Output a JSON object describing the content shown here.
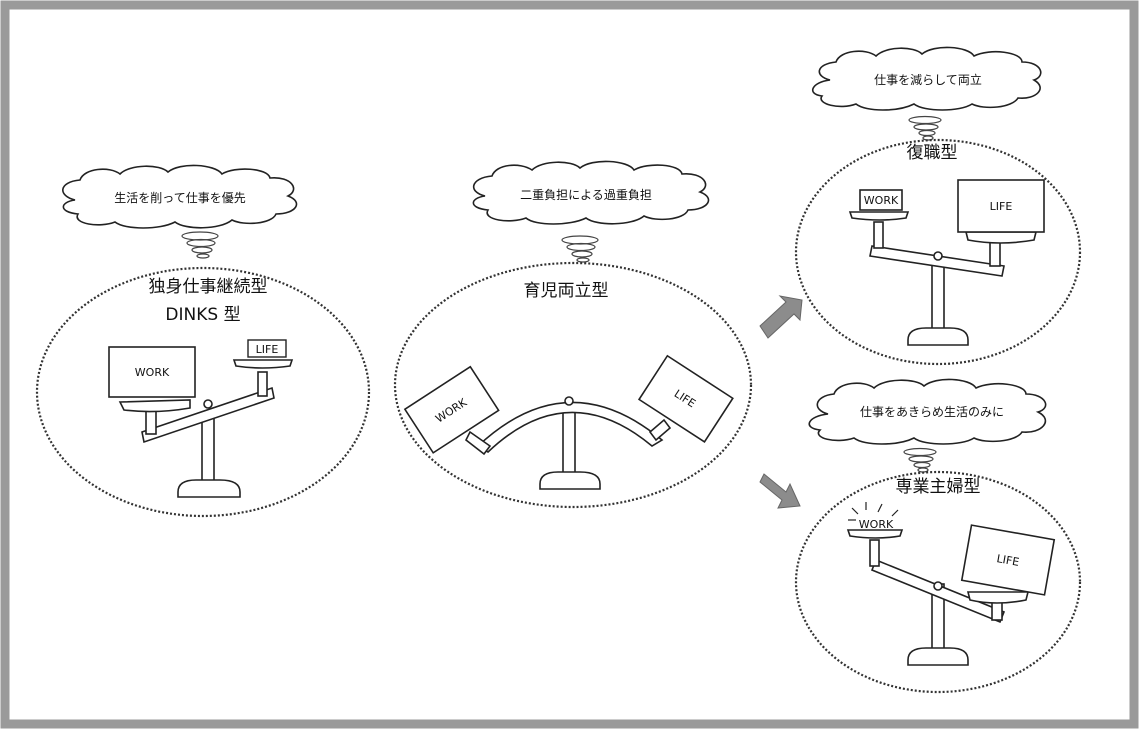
{
  "left": {
    "cloud_text": "生活を削って仕事を優先",
    "title_line1": "独身仕事継続型",
    "title_line2": "DINKS 型",
    "work_label": "WORK",
    "life_label": "LIFE"
  },
  "middle": {
    "cloud_text": "二重負担による過重負担",
    "title": "育児両立型",
    "work_label": "WORK",
    "life_label": "LIFE"
  },
  "top_right": {
    "cloud_text": "仕事を減らして両立",
    "title": "復職型",
    "work_label": "WORK",
    "life_label": "LIFE"
  },
  "bottom_right": {
    "cloud_text": "仕事をあきらめ生活のみに",
    "title": "専業主婦型",
    "work_label": "WORK",
    "life_label": "LIFE"
  },
  "colors": {
    "frame": "#9a9a9a",
    "arrow": "#8c8c8c",
    "outline": "#222222"
  }
}
